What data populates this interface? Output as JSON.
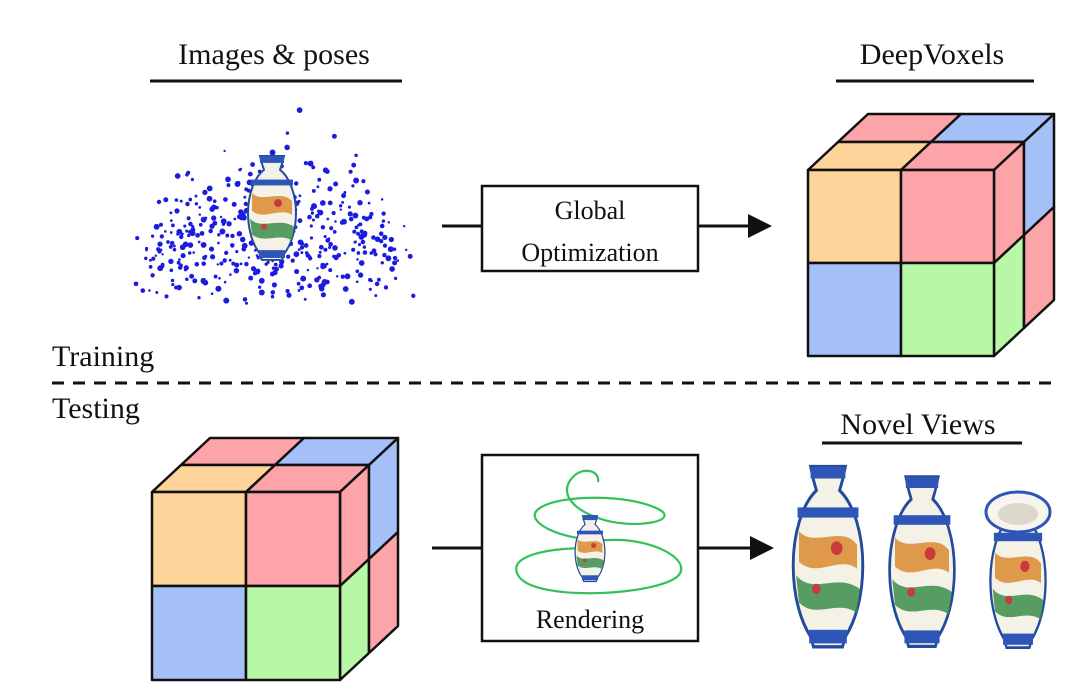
{
  "training": {
    "section_label": "Training",
    "input_title": "Images & poses",
    "process_line1": "Global",
    "process_line2": "Optimization",
    "output_title": "DeepVoxels"
  },
  "testing": {
    "section_label": "Testing",
    "process_label": "Rendering",
    "output_title": "Novel Views"
  },
  "colors": {
    "orange": "#ffd49a",
    "red": "#fca4a8",
    "blue": "#a5bff9",
    "green": "#b7f7a6",
    "camera_dots": "#1c1ce0",
    "trajectory": "#34c05a",
    "ink": "#111111"
  },
  "icons": {
    "vase": "vase-icon",
    "cube": "voxel-cube-icon",
    "arrow": "arrow-right-icon"
  }
}
